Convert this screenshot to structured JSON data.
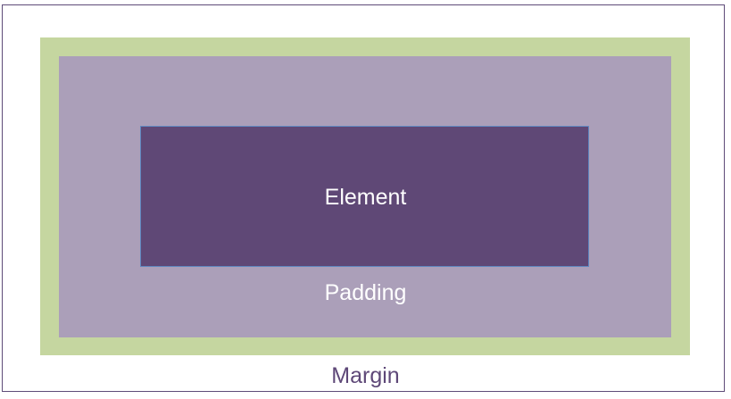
{
  "diagram": {
    "layers": {
      "margin": {
        "label": "Margin",
        "color": "#ffffff",
        "border_color": "#5e4b78",
        "text_color": "#5e4878"
      },
      "border": {
        "label": "",
        "color": "#c5d6a0"
      },
      "padding": {
        "label": "Padding",
        "color": "#ab9fb9",
        "text_color": "#ffffff"
      },
      "element": {
        "label": "Element",
        "color": "#5f4876",
        "border_color": "#5f87c0",
        "text_color": "#ffffff"
      }
    }
  }
}
